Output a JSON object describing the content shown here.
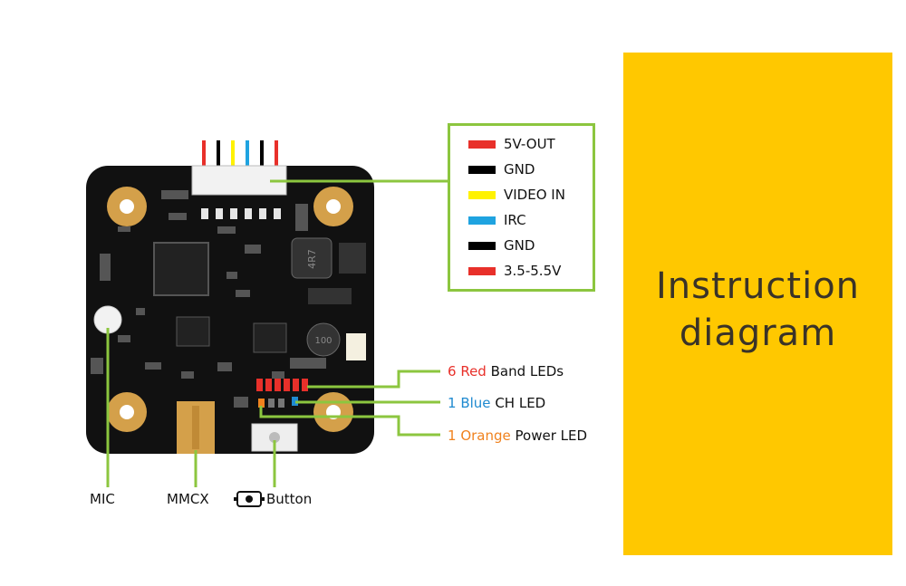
{
  "panel": {
    "title_line1": "Instruction",
    "title_line2": "diagram",
    "color": "#ffc800"
  },
  "board": {
    "chip_marking_inductor": "4R7",
    "chip_marking_coil": "100"
  },
  "pins": [
    {
      "label": "5V-OUT",
      "color": "#e8302a"
    },
    {
      "label": "GND",
      "color": "#000000"
    },
    {
      "label": "VIDEO IN",
      "color": "#fff200"
    },
    {
      "label": "IRC",
      "color": "#1fa3e0"
    },
    {
      "label": "GND",
      "color": "#000000"
    },
    {
      "label": "3.5-5.5V",
      "color": "#e8302a"
    }
  ],
  "leds": [
    {
      "count": "6",
      "color_word": "Red",
      "rest": "Band LEDs",
      "color": "#e8302a"
    },
    {
      "count": "1",
      "color_word": "Blue",
      "rest": "CH LED",
      "color": "#1f8ad0"
    },
    {
      "count": "1",
      "color_word": "Orange",
      "rest": "Power LED",
      "color": "#f0821e"
    }
  ],
  "bottom_labels": {
    "mic": "MIC",
    "mmcx": "MMCX",
    "button": "Button"
  },
  "colors": {
    "leader": "#8cc63f",
    "board": "#111111",
    "pad": "#d4a04a"
  }
}
